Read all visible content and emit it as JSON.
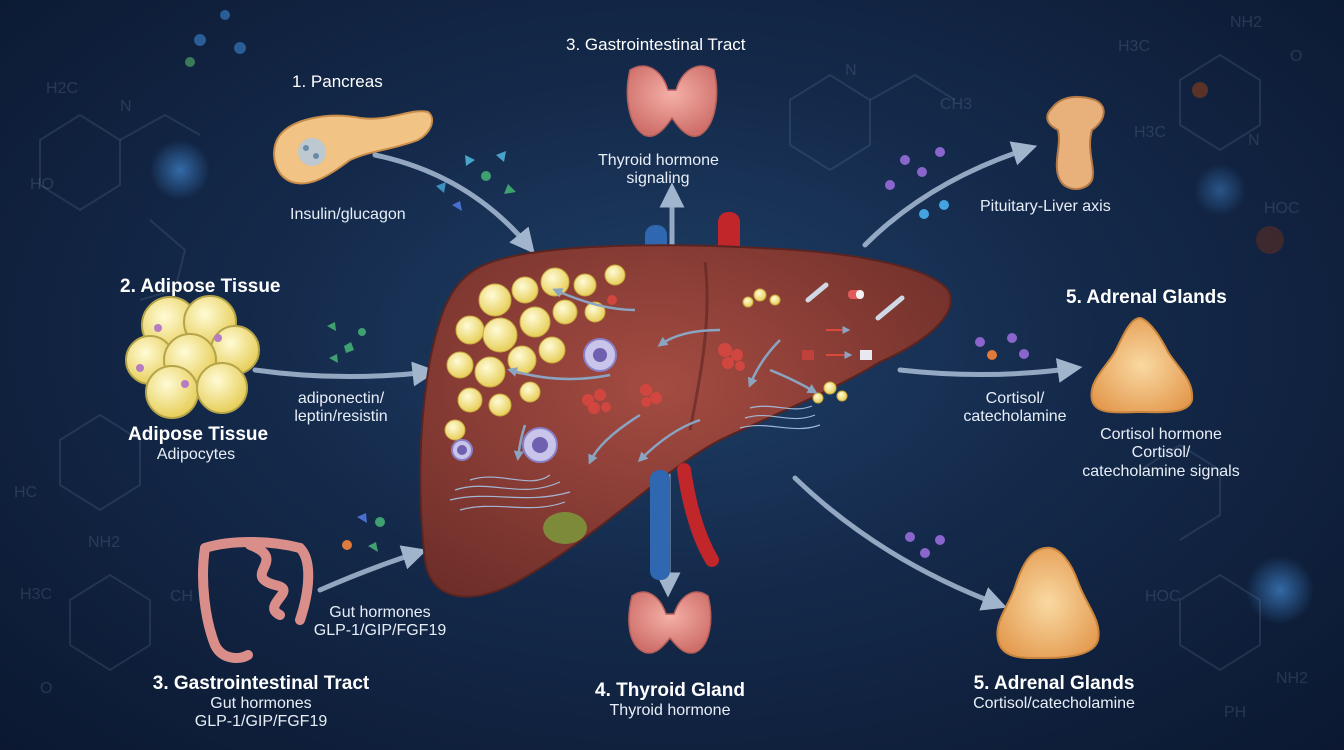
{
  "labels": {
    "pancreas_title": "1. Pancreas",
    "pancreas_sub": "Insulin/glucagon",
    "gi_top_title": "3. Gastrointestinal Tract",
    "gi_top_sub1": "Thyroid hormone",
    "gi_top_sub2": "signaling",
    "pituitary_sub": "Pituitary-Liver axis",
    "adipose_title": "2. Adipose Tissue",
    "adipose_arrow1": "adiponectin/",
    "adipose_arrow2": "leptin/resistin",
    "adipose_cap_title": "Adipose Tissue",
    "adipose_cap_sub": "Adipocytes",
    "adrenal_right_title": "5. Adrenal Glands",
    "adrenal_arrow1": "Cortisol/",
    "adrenal_arrow2": "catecholamine",
    "adrenal_right_sub1": "Cortisol hormone",
    "adrenal_right_sub2": "Cortisol/",
    "adrenal_right_sub3": "catecholamine signals",
    "gut_arrow1": "Gut hormones",
    "gut_arrow2": "GLP-1/GIP/FGF19",
    "gi_bottom_title": "3. Gastrointestinal Tract",
    "gi_bottom_sub1": "Gut hormones",
    "gi_bottom_sub2": "GLP-1/GIP/FGF19",
    "thyroid_title": "4. Thyroid Gland",
    "thyroid_sub": "Thyroid hormone",
    "adrenal_bottom_title": "5. Adrenal Glands",
    "adrenal_bottom_sub": "Cortisol/catecholamine"
  },
  "background_chem": [
    "NH2",
    "H3C",
    "HO",
    "N",
    "CH3",
    "HOC",
    "NH2",
    "H3C",
    "CH",
    "PH",
    "HC",
    "NH2",
    "H2C",
    "N",
    "O",
    "H3C",
    "N",
    "O",
    "HOC"
  ],
  "colors": {
    "background": "#14294a",
    "liver": "#8e4038",
    "arrow": "#9fb4cc",
    "fat": "#f2e07a",
    "thyroid": "#e08a86",
    "adrenal": "#f0b36a",
    "artery": "#c0262a",
    "vein": "#2f68b0"
  }
}
